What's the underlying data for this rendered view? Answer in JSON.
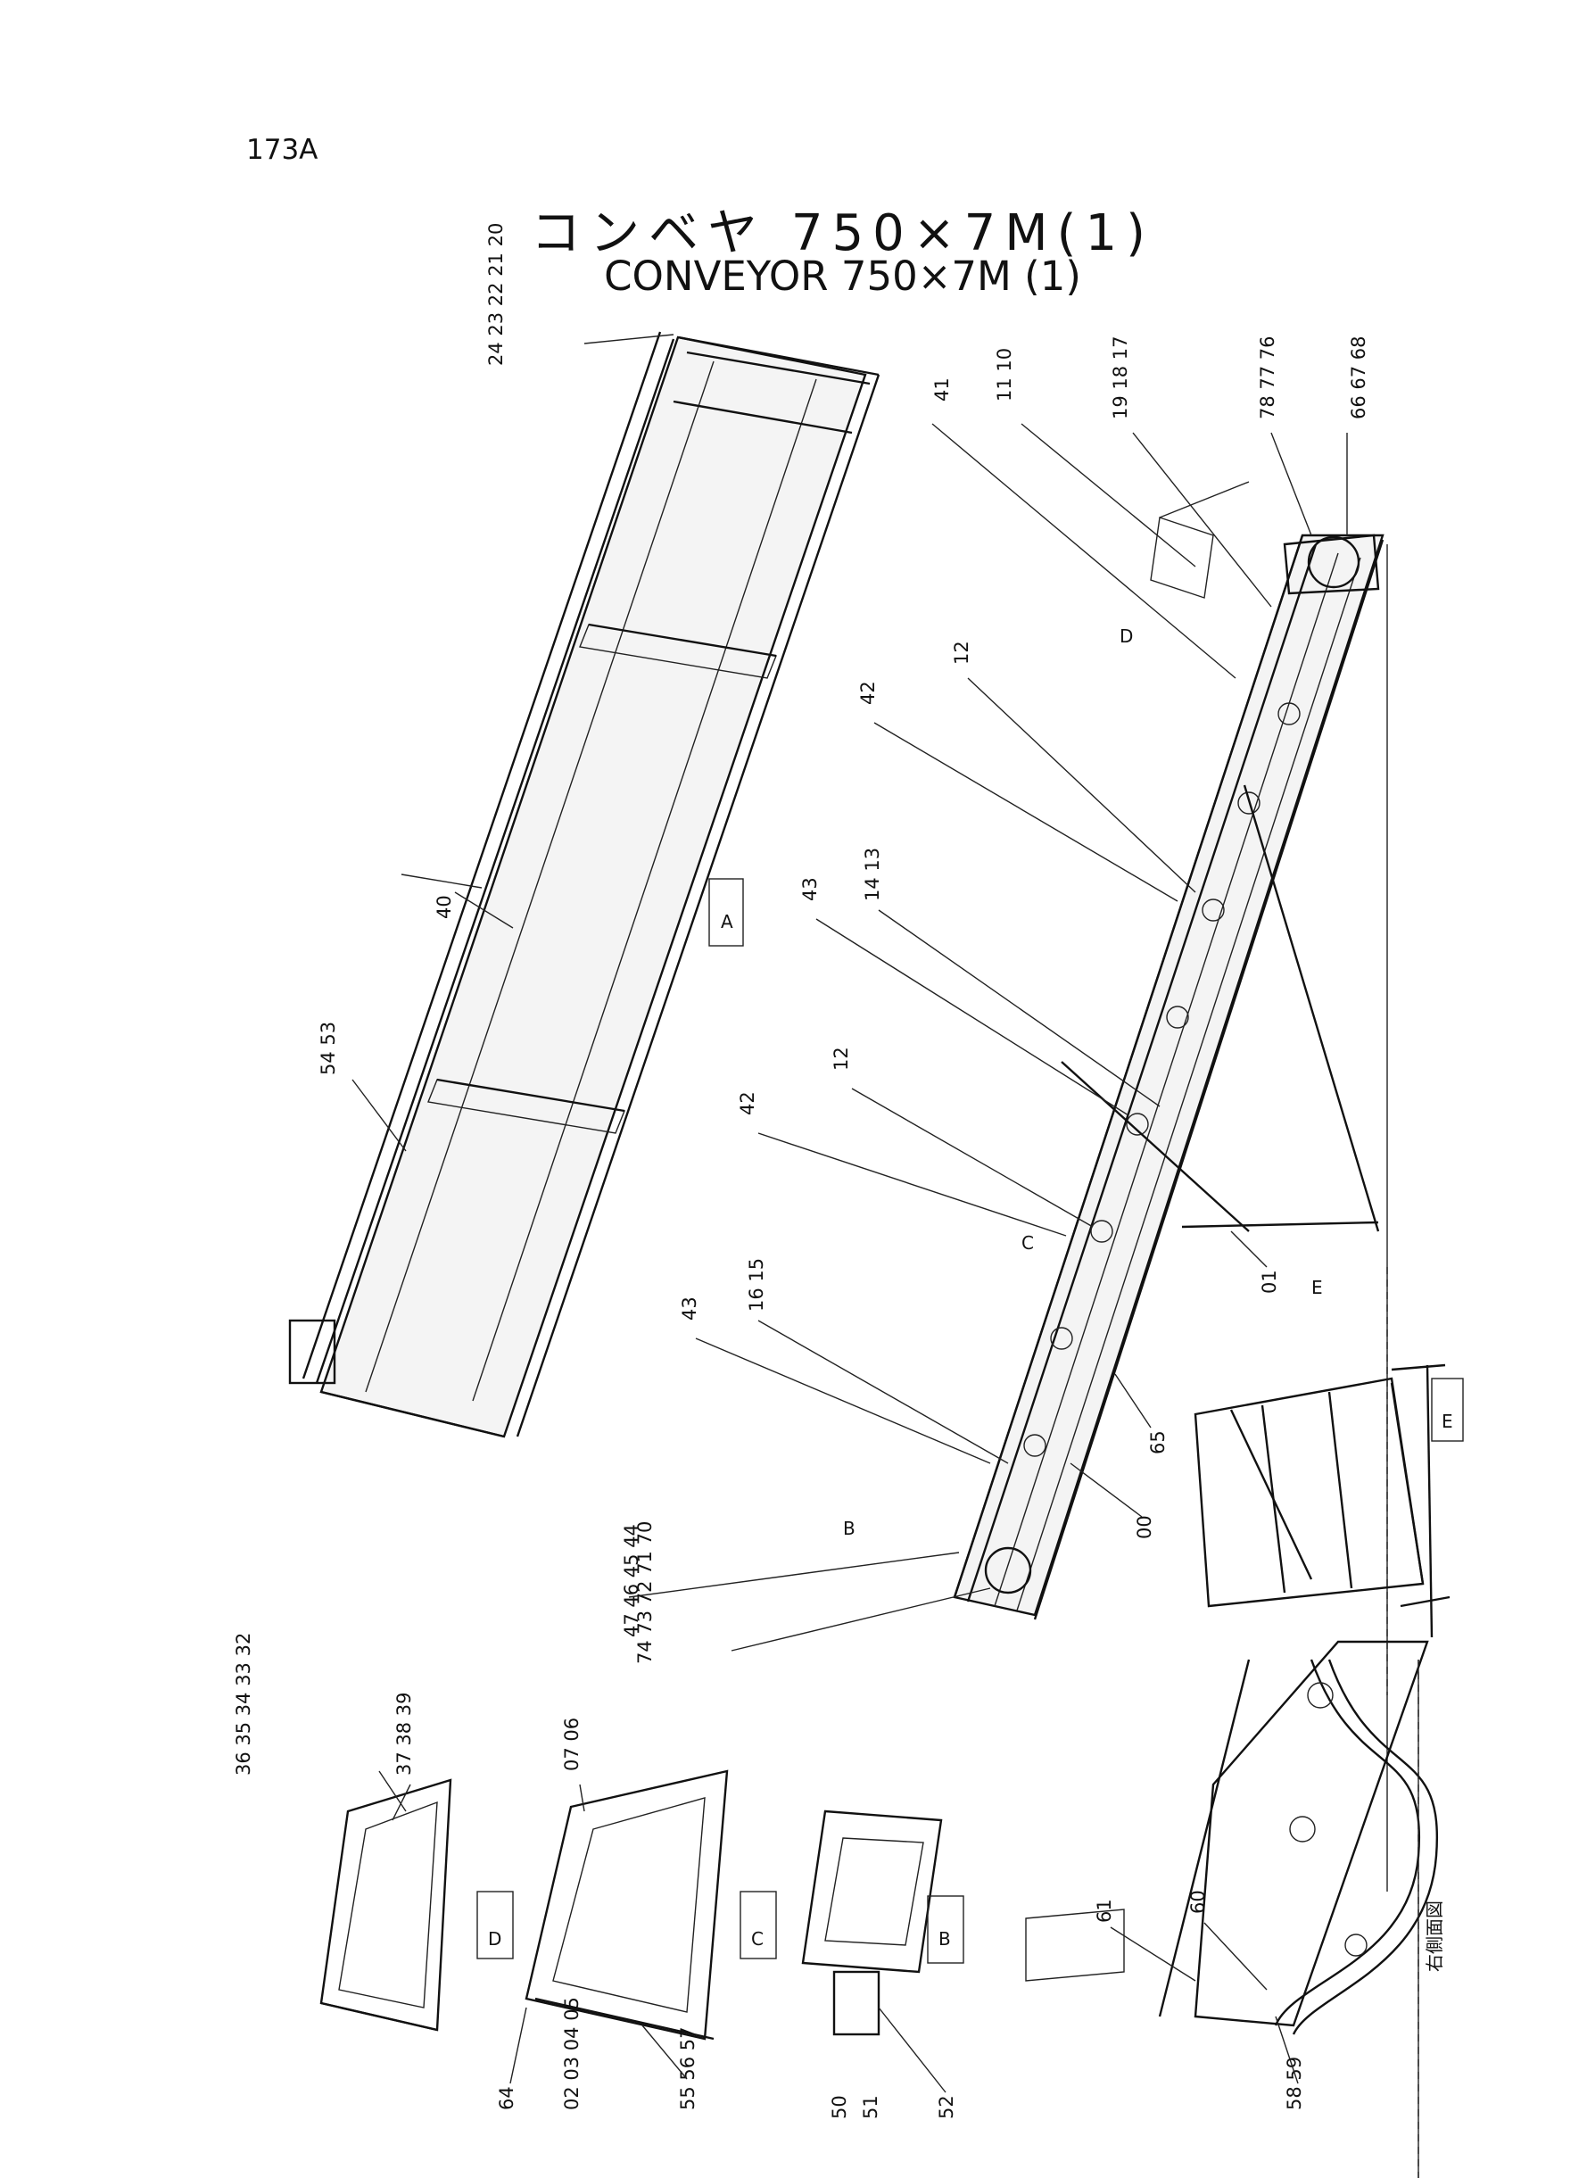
{
  "page": {
    "number": "173A"
  },
  "title": {
    "jp": "コンベヤ 750×7M(1)",
    "en": "CONVEYOR  750×7M (1)"
  },
  "views": {
    "view_a": "A",
    "view_b": "B",
    "view_c": "C",
    "view_d": "D",
    "view_e": "E",
    "section_c": "C",
    "section_d": "D",
    "side_view": "右側面図"
  },
  "callouts": {
    "top_20_24": "24 23 22 21 20",
    "c40": "40",
    "c54_53": "54 53",
    "c41": "41",
    "c11_10": "11 10",
    "c19_17": "19 18 17",
    "c78_76": "78 77 76",
    "c66_68": "66 67 68",
    "c42a": "42",
    "c12a": "12",
    "c43a": "43",
    "c14_13": "14 13",
    "c42b": "42",
    "c12b": "12",
    "c43b": "43",
    "c16_15": "16 15",
    "c47_44": "47 46 45 44",
    "c74_70": "74 73 72 71 70",
    "c00": "00",
    "c65": "65",
    "c01": "01",
    "c36_32": "36 35 34 33 32",
    "c37_39": "37 38 39",
    "c07_06": "07 06",
    "c64": "64",
    "c02_05": "02 03 04 05",
    "c55_57": "55 56 57",
    "c50": "50",
    "c51": "51",
    "c52": "52",
    "c61": "61",
    "c60": "60",
    "c58_59": "58 59"
  }
}
